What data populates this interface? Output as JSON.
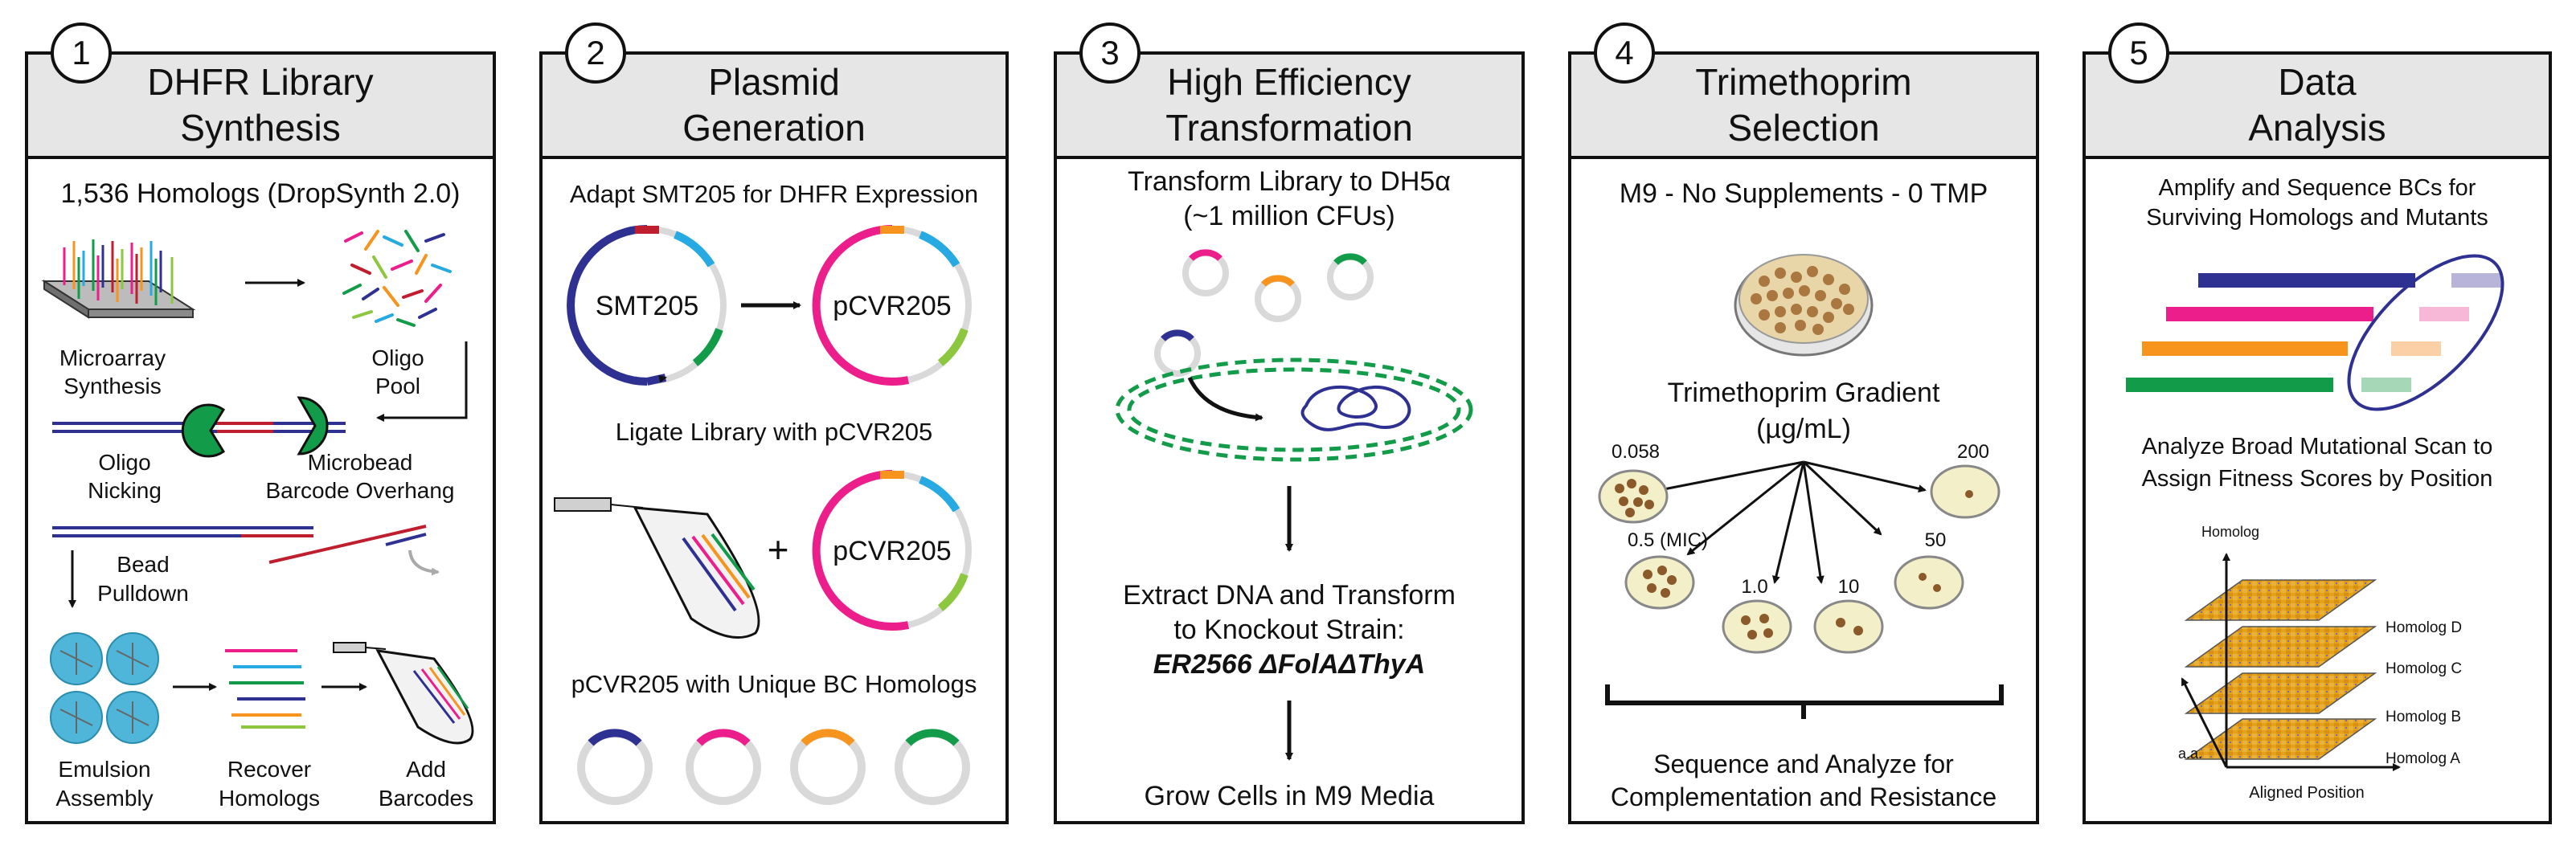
{
  "colors": {
    "navy": "#2e3192",
    "magenta": "#ec1e8c",
    "orange": "#f7941d",
    "green": "#129b48",
    "cyan": "#27aae1",
    "lime": "#8dc63f",
    "dark_red": "#be1e2d",
    "header_bg": "#e6e6e6",
    "plate_bg": "#f3efc8",
    "colony": "#8b5a2b",
    "grid_orange": "#e3a21a"
  },
  "panels": [
    {
      "number": "1",
      "title_line1": "DHFR Library",
      "title_line2": "Synthesis",
      "subtitle": "1,536 Homologs (DropSynth 2.0)",
      "labels": {
        "microarray_1": "Microarray",
        "microarray_2": "Synthesis",
        "oligo_pool_1": "Oligo",
        "oligo_pool_2": "Pool",
        "nicking_1": "Oligo",
        "nicking_2": "Nicking",
        "microbead_1": "Microbead",
        "microbead_2": "Barcode Overhang",
        "pulldown_1": "Bead",
        "pulldown_2": "Pulldown",
        "emulsion_1": "Emulsion",
        "emulsion_2": "Assembly",
        "recover_1": "Recover",
        "recover_2": "Homologs",
        "add_1": "Add",
        "add_2": "Barcodes"
      }
    },
    {
      "number": "2",
      "title_line1": "Plasmid",
      "title_line2": "Generation",
      "step_adapt": "Adapt SMT205 for DHFR Expression",
      "plasmid_smt": "SMT205",
      "plasmid_pcvr": "pCVR205",
      "step_ligate": "Ligate Library with pCVR205",
      "plus": "+",
      "plasmid_pcvr_2": "pCVR205",
      "step_unique": "pCVR205 with Unique BC Homologs"
    },
    {
      "number": "3",
      "title_line1": "High Efficiency",
      "title_line2": "Transformation",
      "step_1a": "Transform Library to DH5α",
      "step_1b": "(~1 million CFUs)",
      "step_2a": "Extract DNA and Transform",
      "step_2b": "to Knockout Strain:",
      "strain": "ER2566 ΔFolAΔThyA",
      "step_3": "Grow Cells in M9 Media"
    },
    {
      "number": "4",
      "title_line1": "Trimethoprim",
      "title_line2": "Selection",
      "condition": "M9 - No Supplements - 0 TMP",
      "gradient_1": "Trimethoprim Gradient",
      "gradient_2": "(µg/mL)",
      "concentrations": [
        "0.058",
        "0.5 (MIC)",
        "1.0",
        "10",
        "50",
        "200"
      ],
      "final_1": "Sequence and Analyze for",
      "final_2": "Complementation and Resistance"
    },
    {
      "number": "5",
      "title_line1": "Data",
      "title_line2": "Analysis",
      "step_1a": "Amplify and Sequence BCs for",
      "step_1b": "Surviving Homologs and Mutants",
      "step_2a": "Analyze Broad Mutational Scan to",
      "step_2b": "Assign Fitness Scores by Position",
      "axis_homolog": "Homolog",
      "axis_aa": "a.a.",
      "axis_position": "Aligned Position",
      "layers": [
        "Homolog D",
        "Homolog C",
        "Homolog B",
        "Homolog A"
      ]
    }
  ]
}
